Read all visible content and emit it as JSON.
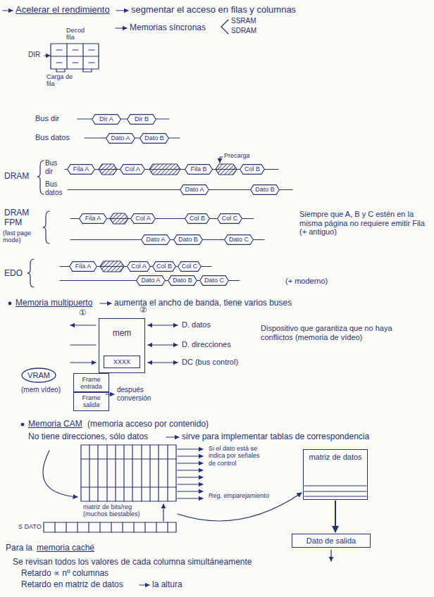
{
  "diagram": {
    "nodes": [
      {
        "text": [
          "Dir A"
        ]
      },
      {
        "text": [
          "Dir B"
        ]
      },
      {
        "text": [
          "Dato A"
        ]
      },
      {
        "text": [
          "Dato B"
        ]
      },
      {
        "text": [
          "Fila A"
        ]
      },
      {
        "text": [
          "Col A"
        ]
      },
      {
        "text": [
          "Fila B"
        ]
      },
      {
        "text": [
          "Col B"
        ]
      },
      {
        "text": [
          "Dato A"
        ]
      },
      {
        "text": [
          "Dato B"
        ]
      },
      {
        "text": [
          "Fila A"
        ]
      },
      {
        "text": [
          "Col A"
        ]
      },
      {
        "text": [
          "Col B"
        ]
      },
      {
        "text": [
          "Col C"
        ]
      },
      {
        "text": [
          "Dato A"
        ]
      },
      {
        "text": [
          "Dato B"
        ]
      },
      {
        "text": [
          "Dato C"
        ]
      },
      {
        "text": [
          "Fila A"
        ]
      },
      {
        "text": [
          "Col A"
        ]
      },
      {
        "text": [
          "Col B"
        ]
      },
      {
        "text": [
          "Col C"
        ]
      },
      {
        "text": [
          "Dato A"
        ]
      },
      {
        "text": [
          "Dato B"
        ]
      },
      {
        "text": [
          "Dato C"
        ]
      },
      {
        "text": [
          "mem"
        ]
      },
      {
        "text": [
          "XXXX"
        ],
        "in": 24
      },
      {
        "text": [
          "VRAM"
        ]
      },
      {
        "text": [
          "Frame entrada"
        ]
      },
      {
        "text": [
          "Frame salida"
        ]
      },
      {
        "text": [
          "matriz de datos"
        ]
      },
      {
        "text": [
          "Dato de salida"
        ]
      }
    ],
    "edges": [
      {
        "from": 29,
        "to": 30,
        "arrow": "to"
      }
    ],
    "labels": [
      "Acelerar el rendimiento",
      "segmentar el acceso en filas y columnas",
      "Memorias síncronas",
      "SSRAM",
      "SDRAM",
      "Decod fila",
      "DIR",
      "Carga de fila",
      "Bus dir",
      "Bus datos",
      "DRAM",
      "Bus dir",
      "Bus datos",
      "Precarga",
      "DRAM FPM",
      "(fast page mode)",
      "Siempre que A, B y C estén en la misma página no requiere emitir Fila (+ antiguo)",
      "EDO",
      "(+ moderno)",
      "Memoria multipuerto",
      "aumenta el ancho de banda, tiene varios buses",
      "①",
      "②",
      "D. datos",
      "D. direcciones",
      "DC (bus control)",
      "Dispositivo que garantiza que no haya conflictos (memoria de vídeo)",
      "(mem vídeo)",
      "después conversión",
      "Memoria CAM",
      "(memoria acceso por contenido)",
      "No tiene direcciones, sólo datos",
      "sirve para implementar tablas de correspondencia",
      "Si el dato está se indica por señales de control",
      "Reg. emparejamiento",
      "matriz de bits/reg (muchos biestables)",
      "S DATO",
      "Para la",
      "memoria caché",
      "Se revisan todos los valores de cada columna simultáneamente",
      "Retardo ∝ nº columnas",
      "Retardo en matriz de datos",
      "la altura"
    ]
  }
}
